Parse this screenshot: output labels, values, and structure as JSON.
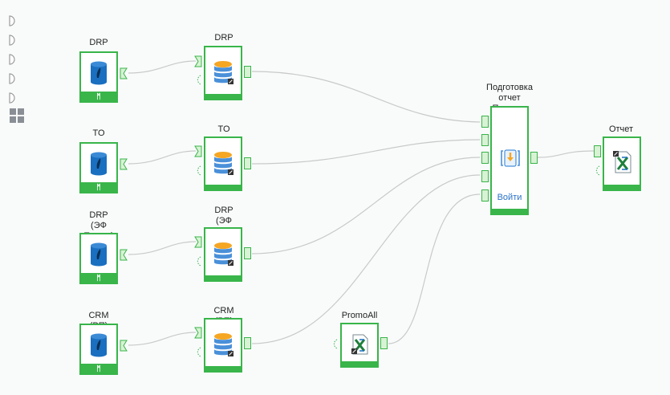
{
  "nodes": {
    "src_drp": {
      "label": "DRP"
    },
    "src_to": {
      "label": "TO"
    },
    "src_drp_ef": {
      "label": "DRP (ЭФ\nПромо)"
    },
    "src_crm": {
      "label": "CRM (РП)"
    },
    "db_drp": {
      "label": "DRP"
    },
    "db_to": {
      "label": "TO"
    },
    "db_drp_ef": {
      "label": "DRP (ЭФ\nПромо)"
    },
    "db_crm": {
      "label": "CRM (РП)"
    },
    "join": {
      "label": "Подготовка\nотчет Промо...",
      "action_label": "Войти"
    },
    "promoall": {
      "label": "PromoAll"
    },
    "report": {
      "label": "Отчет"
    }
  },
  "colors": {
    "node_border": "#39b54a",
    "port_fill": "#d8f2d4",
    "db_blue": "#4a90d9",
    "db_orange": "#f5a623",
    "source_blue": "#1a6fc0",
    "excel_green": "#1e7f3c",
    "wire": "#c9c9c9",
    "join_label": "#2a73c9"
  },
  "icons": {
    "palette": "half-circle-icon",
    "grid": "grid-icon",
    "source": "source-db-icon",
    "dataset": "database-icon",
    "join": "join-icon",
    "excel": "excel-icon"
  }
}
